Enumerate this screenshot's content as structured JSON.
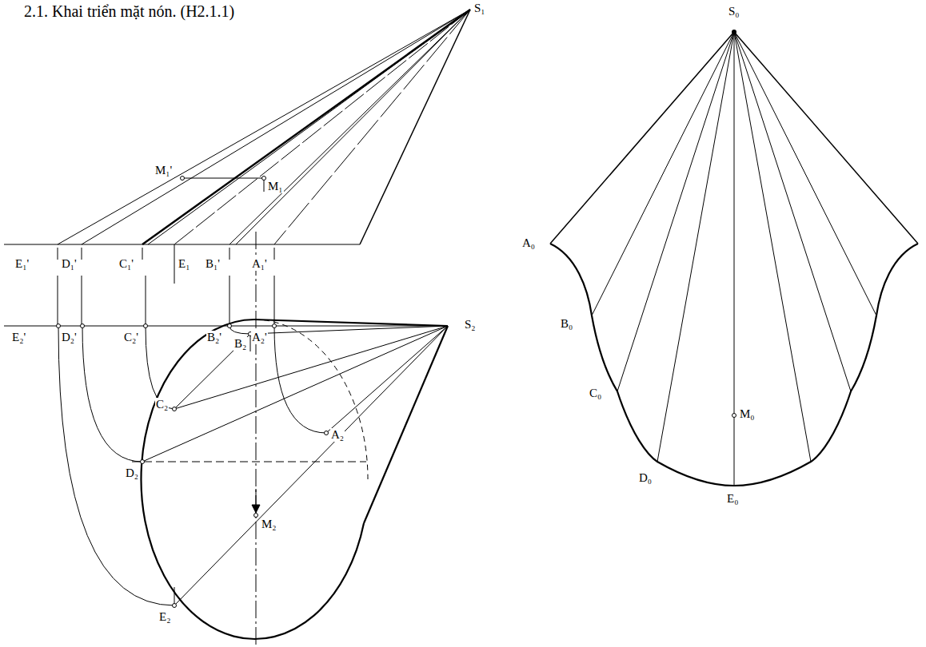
{
  "diagram": {
    "title": "2.1. Khai triển mặt nón. (H2.1.1)",
    "labels": [
      "S₁",
      "M₁'",
      "M₁",
      "E₁'",
      "D₁'",
      "C₁'",
      "E₁",
      "B₁'",
      "A₁'",
      "E₂'",
      "D₂'",
      "C₂'",
      "B₂'",
      "A₂'",
      "S₂",
      "C₂",
      "B₂",
      "A₂",
      "D₂",
      "M₂",
      "E₂",
      "S₀",
      "A₀",
      "B₀",
      "M₀",
      "C₀",
      "D₀",
      "E₀"
    ]
  }
}
